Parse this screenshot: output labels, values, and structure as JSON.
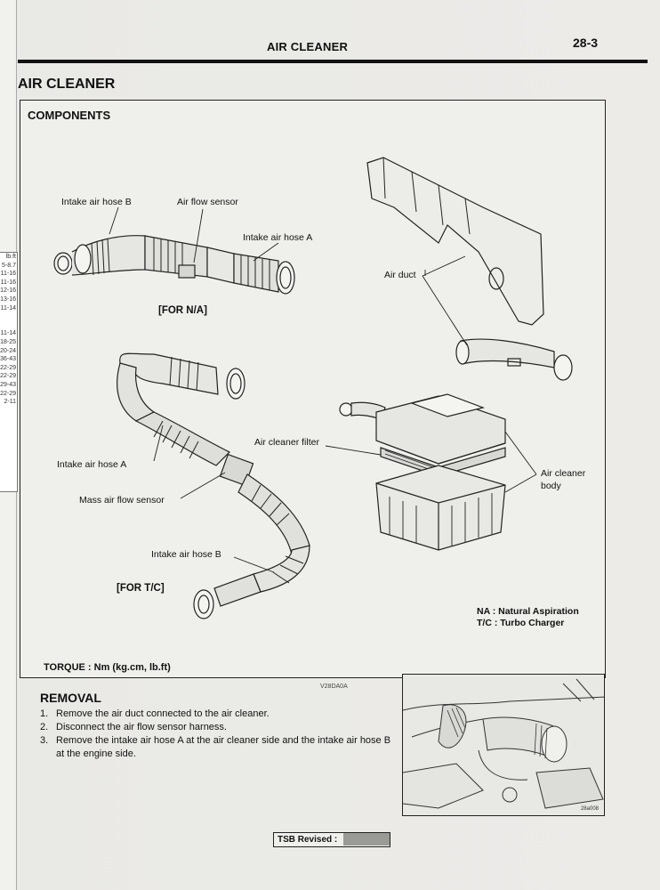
{
  "header": {
    "running_title": "AIR CLEANER",
    "page_number": "28-3"
  },
  "section_title": "AIR CLEANER",
  "tab_strip": {
    "lines": [
      "lb.ft",
      "5-8.7",
      "11-16",
      "11-16",
      "12-16",
      "13-16",
      "11-14",
      "",
      "",
      "11-14",
      "18-25",
      "20-24",
      "36-43",
      "22-29",
      "22-29",
      "29-43",
      "22-29",
      "2-11"
    ]
  },
  "components": {
    "title": "COMPONENTS",
    "labels": {
      "intake_hose_b_top": "Intake air hose B",
      "air_flow_sensor": "Air flow sensor",
      "intake_hose_a_top": "Intake air hose A",
      "for_na": "[FOR N/A]",
      "air_duct": "Air duct",
      "air_cleaner_filter": "Air cleaner filter",
      "air_cleaner_body": "Air cleaner\nbody",
      "intake_hose_a_tc": "Intake air hose A",
      "mass_air_flow_sensor": "Mass air flow sensor",
      "intake_hose_b_tc": "Intake air hose B",
      "for_tc": "[FOR T/C]"
    },
    "abbreviations": [
      "NA : Natural Aspiration",
      "T/C : Turbo Charger"
    ],
    "torque_note": "TORQUE : Nm (kg.cm, lb.ft)",
    "figure_code": "V28DA0A"
  },
  "removal": {
    "title": "REMOVAL",
    "steps": [
      {
        "num": "1.",
        "text": "Remove the air duct connected to the air cleaner."
      },
      {
        "num": "2.",
        "text": "Disconnect the air flow sensor harness."
      },
      {
        "num": "3.",
        "text": "Remove the intake air hose A at the air cleaner side and the intake air hose B at the engine side."
      }
    ]
  },
  "photo_code": "28a008",
  "footer": {
    "tsb_label": "TSB Revised :"
  }
}
